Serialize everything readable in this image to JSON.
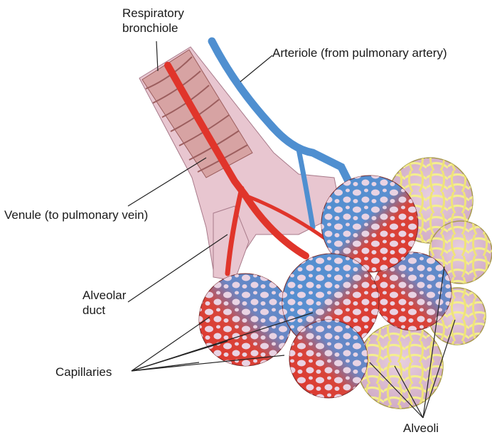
{
  "labels": {
    "respiratory_bronchiole": [
      "Respiratory",
      "bronchiole"
    ],
    "arteriole": "Arteriole (from pulmonary artery)",
    "venule": "Venule (to pulmonary vein)",
    "alveolar_duct": [
      "Alveolar",
      "duct"
    ],
    "capillaries": "Capillaries",
    "alveoli": "Alveoli"
  },
  "colors": {
    "tissue": "#e8c6d0",
    "muscle": "#c98f8c",
    "artery_blue": "#4f8fd0",
    "vein_red": "#e0352b",
    "alveolus_yellow": "#f4ee8f",
    "alveolus_fill": "#d9b6cc",
    "leader_line": "#222222"
  }
}
